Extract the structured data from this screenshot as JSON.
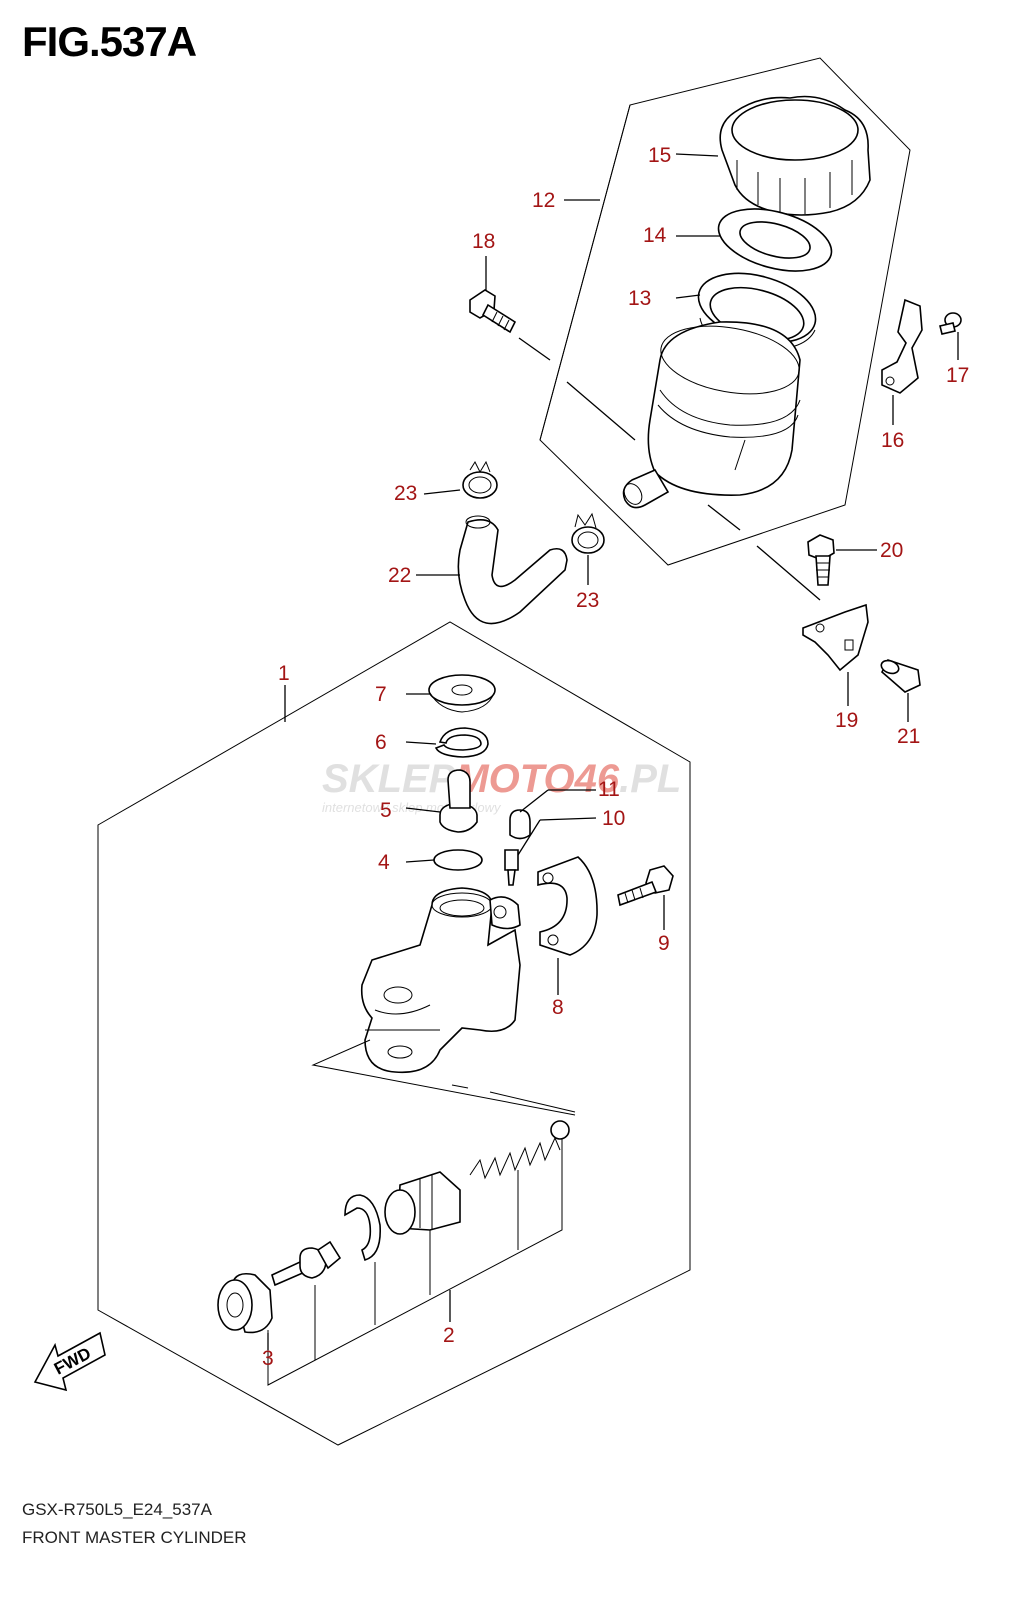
{
  "figure": {
    "title": "FIG.537A",
    "model_code": "GSX-R750L5_E24_537A",
    "section_name": "FRONT MASTER CYLINDER",
    "fwd_label": "FWD"
  },
  "watermark": {
    "brand_a": "SKLEP",
    "brand_b": "MOTO",
    "brand_c": "46",
    "brand_d": ".PL",
    "tagline": "internetowy sklep motocyklowy"
  },
  "callouts": [
    "1",
    "2",
    "3",
    "4",
    "5",
    "6",
    "7",
    "8",
    "9",
    "10",
    "11",
    "12",
    "13",
    "14",
    "15",
    "16",
    "17",
    "18",
    "19",
    "20",
    "21",
    "22",
    "23",
    "23"
  ],
  "colors": {
    "callout": "#a31515",
    "line": "#000000",
    "watermark_red": "#e0483b",
    "watermark_grey": "#c8c8c8"
  }
}
